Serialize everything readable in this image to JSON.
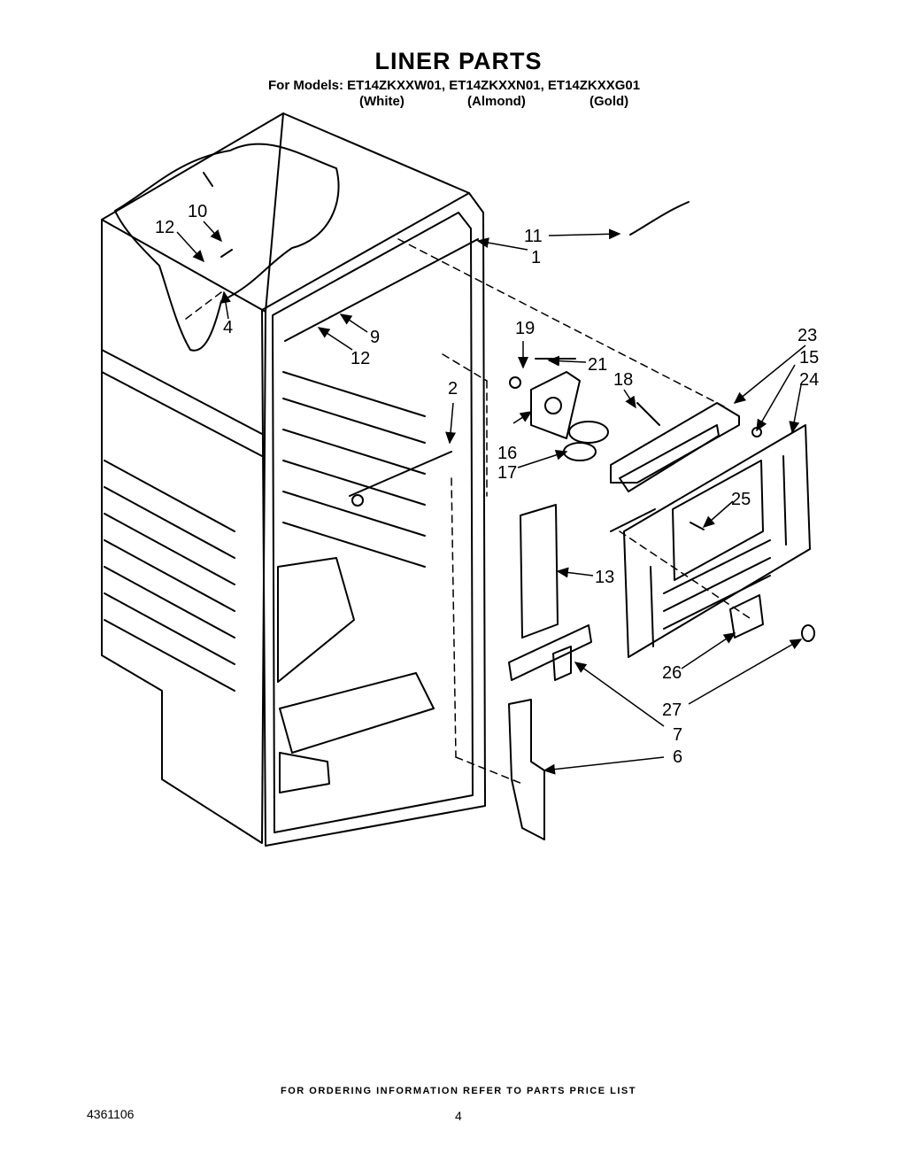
{
  "header": {
    "title": "LINER PARTS",
    "models_line": "For Models: ET14ZKXXW01, ET14ZKXXN01, ET14ZKXXG01",
    "finishes": [
      "(White)",
      "(Almond)",
      "(Gold)"
    ]
  },
  "callouts": [
    "12",
    "10",
    "4",
    "9",
    "12",
    "11",
    "1",
    "19",
    "21",
    "18",
    "23",
    "15",
    "24",
    "2",
    "16",
    "17",
    "25",
    "13",
    "26",
    "27",
    "7",
    "6"
  ],
  "footer": {
    "ordering_note": "FOR ORDERING INFORMATION REFER TO PARTS PRICE LIST",
    "document_number": "4361106",
    "page_number": "4"
  }
}
